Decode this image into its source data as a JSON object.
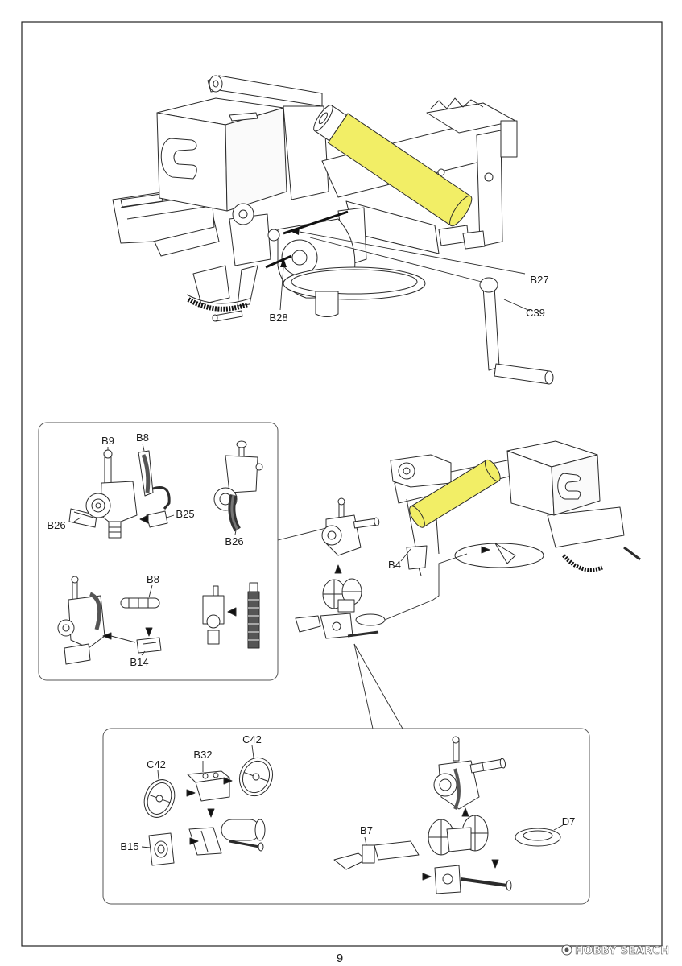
{
  "document": {
    "page_number": "9"
  },
  "labels": {
    "main": {
      "b27": "B27",
      "c39": "C39",
      "b28": "B28"
    },
    "detail_left": {
      "b9": "B9",
      "b8_top": "B8",
      "b25": "B25",
      "b26_left": "B26",
      "b26_right": "B26",
      "b8_bottom": "B8",
      "b14": "B14"
    },
    "assembly_right": {
      "b4": "B4"
    },
    "detail_bottom": {
      "c42_right": "C42",
      "c42_left": "C42",
      "b32": "B32",
      "b15": "B15",
      "b7": "B7",
      "d7": "D7"
    }
  },
  "watermark": {
    "text": "HOBBY SEARCH",
    "icon": "hobby-search-logo-icon"
  },
  "colors": {
    "highlight": "#f2ee66",
    "line": "#2b2b2b",
    "background": "#ffffff"
  }
}
